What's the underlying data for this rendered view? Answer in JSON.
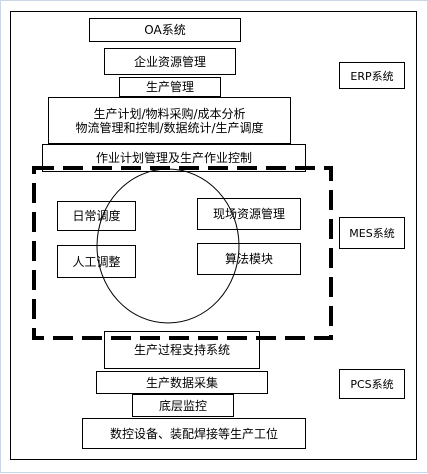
{
  "diagram": {
    "oa_system": "OA系统",
    "enterprise_resource_mgmt": "企业资源管理",
    "production_mgmt": "生产管理",
    "production_planning_line1": "生产计划/物料采购/成本分析",
    "production_planning_line2": "物流管理和控制/数据统计/生产调度",
    "job_plan_mgmt": "作业计划管理及生产作业控制",
    "daily_scheduling": "日常调度",
    "onsite_resource_mgmt": "现场资源管理",
    "manual_adjustment": "人工调整",
    "algorithm_module": "算法模块",
    "process_support": "生产过程支持系统",
    "data_collection": "生产数据采集",
    "bottom_monitoring": "底层监控",
    "cnc_equipment": "数控设备、装配焊接等生产工位",
    "erp_label": "ERP系统",
    "mes_label": "MES系统",
    "pcs_label": "PCS系统"
  }
}
